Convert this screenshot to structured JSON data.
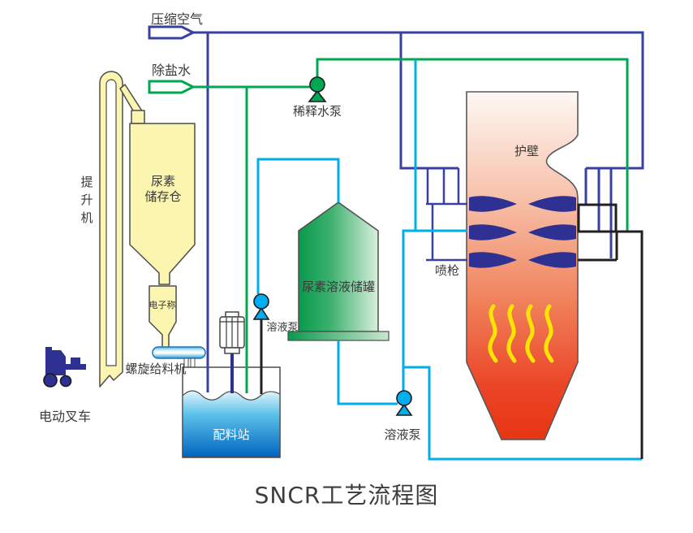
{
  "title": "SNCR工艺流程图",
  "labels": {
    "compressed_air": "压缩空气",
    "demin_water": "除盐水",
    "dilution_pump": "稀释水泵",
    "elevator_c1": "提",
    "elevator_c2": "升",
    "elevator_c3": "机",
    "urea_silo_line1": "尿素",
    "urea_silo_line2": "储存仓",
    "electronic_scale": "电子称",
    "screw_feeder": "螺旋给料机",
    "forklift": "电动叉车",
    "batching_station": "配料站",
    "solution_pump_upper": "溶液泵",
    "solution_pump_lower": "溶液泵",
    "urea_solution_tank": "尿素溶液储罐",
    "spray_lance": "喷枪",
    "furnace_wall": "护壁"
  },
  "colors": {
    "compressed_air_pipe": "#3941A0",
    "demin_water_pipe": "#00A651",
    "solution_pipe": "#00AEEF",
    "return_pipe": "#231F20",
    "lance_jet": "#2E3192",
    "equipment_yellow": "#FBF5B0",
    "flame_yellow": "#FFE500",
    "furnace_top": "#FEF6F2",
    "furnace_bottom": "#E73514",
    "tank_green": "#089A4C",
    "liquid_blue": "#0066C0"
  }
}
